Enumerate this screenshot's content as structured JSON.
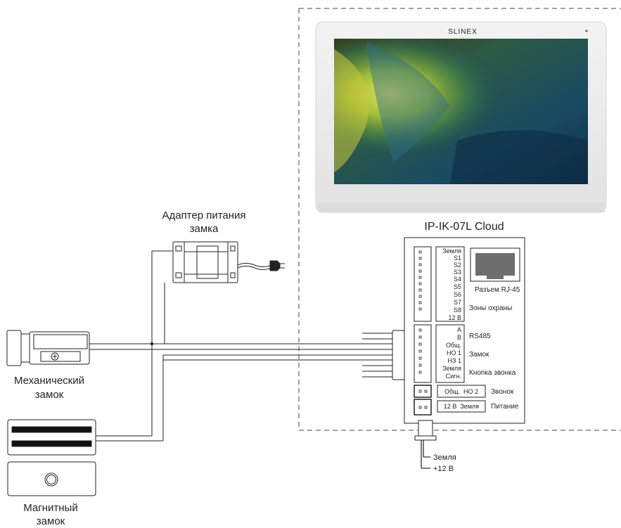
{
  "brand": "SLINEX",
  "model": "IP-IK-07L Cloud",
  "adapter": {
    "line1": "Адаптер питания",
    "line2": "замка"
  },
  "mech_lock": {
    "line1": "Механический",
    "line2": "замок"
  },
  "mag_lock": {
    "line1": "Магнитный",
    "line2": "замок"
  },
  "zones_terminal": [
    "Земля",
    "S1",
    "S2",
    "S3",
    "S4",
    "S5",
    "S6",
    "S7",
    "S8",
    "12 В"
  ],
  "lower_terminal": [
    "A",
    "B",
    "Общ.",
    "НО 1",
    "НЗ 1",
    "Земля",
    "Сигн."
  ],
  "rj45_label": "Разъем RJ-45",
  "zones_label": "Зоны охраны",
  "rs485_label": "RS485",
  "lock_label": "Замок",
  "button_label": "Кнопка звонка",
  "bell_terminal": "Общ.  НО 2",
  "bell_label": "Звонок",
  "power_terminal": "12 В  Земля",
  "power_label": "Питание",
  "dc_ground": "Земля",
  "dc_plus": "+12 В",
  "colors": {
    "line": "#222222",
    "screen_frame": "#e9e9e9",
    "dashed": "#444444"
  }
}
